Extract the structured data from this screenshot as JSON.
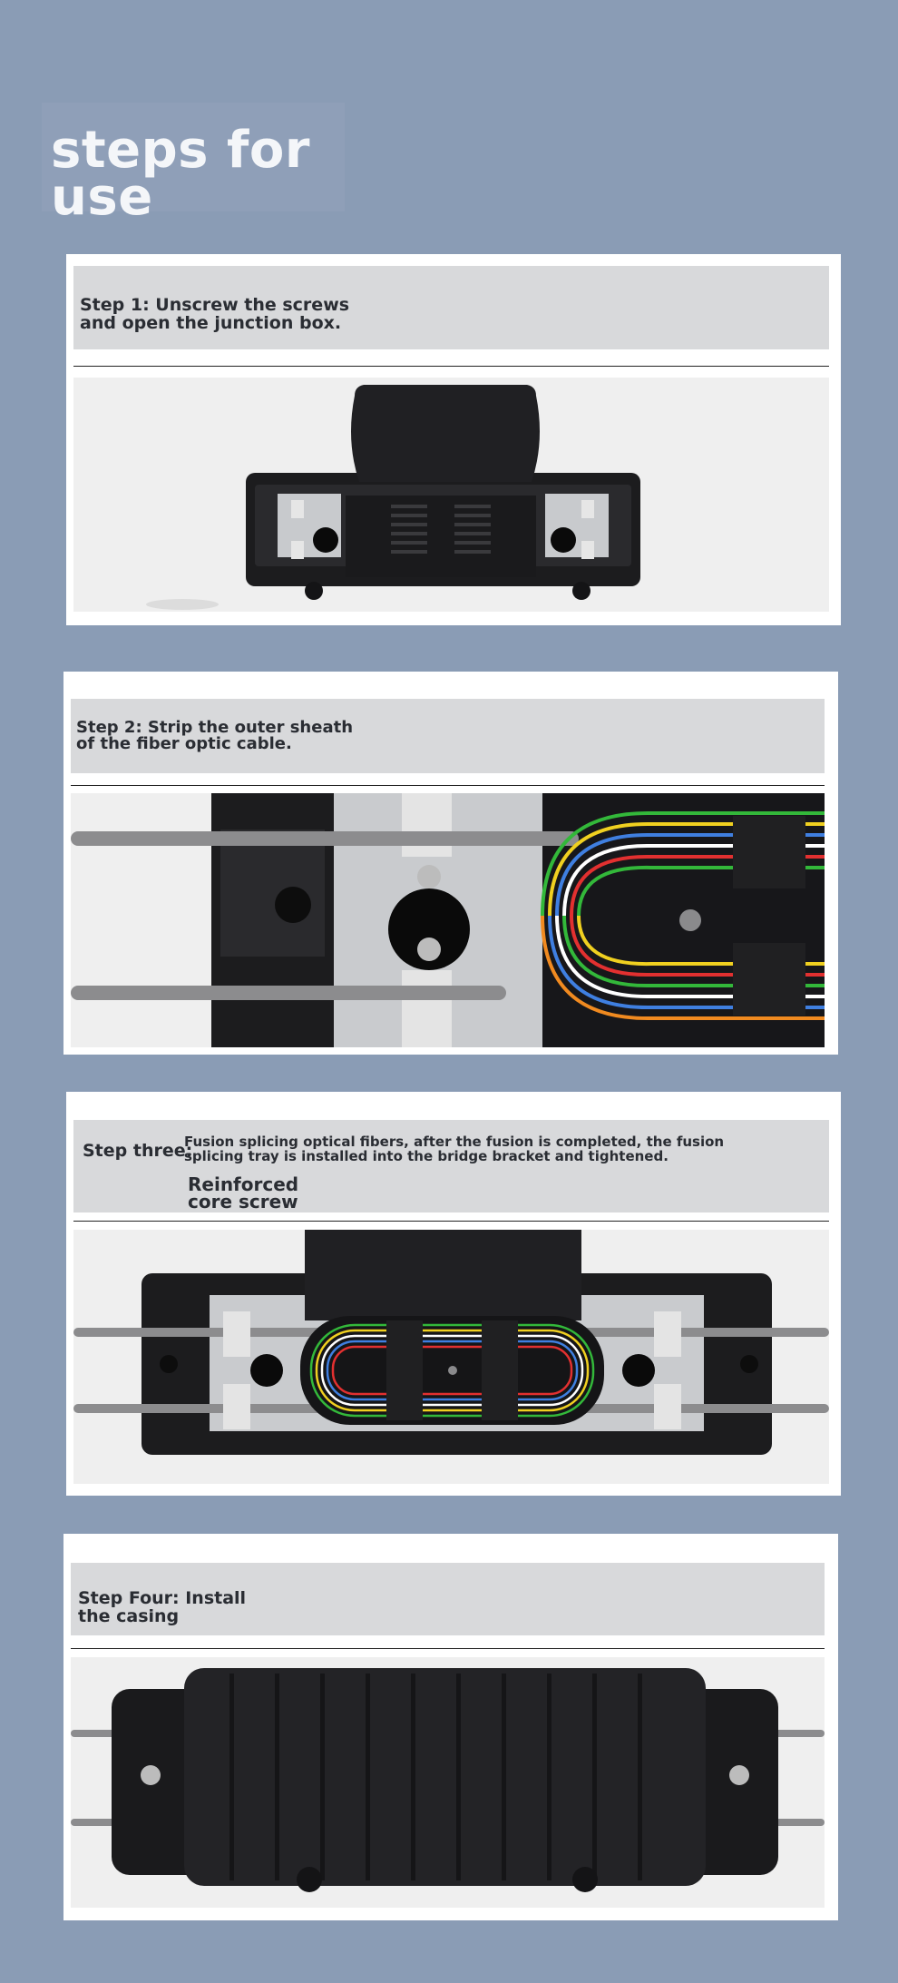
{
  "page": {
    "title": "steps for\n use"
  },
  "steps": [
    {
      "label": "Step 1: Unscrew the screws\n and open the junction box."
    },
    {
      "label": "Step 2: Strip the outer sheath\n of the fiber optic cable."
    },
    {
      "label": "Step three:",
      "description": "Fusion splicing optical fibers, after the fusion is completed, the fusion\nsplicing tray is installed into the bridge bracket and tightened.",
      "callout": "Reinforced\n core screw"
    },
    {
      "label": "Step Four: Install\n the casing"
    }
  ],
  "colors": {
    "background": "#8a9cb5",
    "card": "#ffffff",
    "header_band": "#d8d9db",
    "photo_bg": "#efefef",
    "enclosure": "#1c1c1e"
  }
}
